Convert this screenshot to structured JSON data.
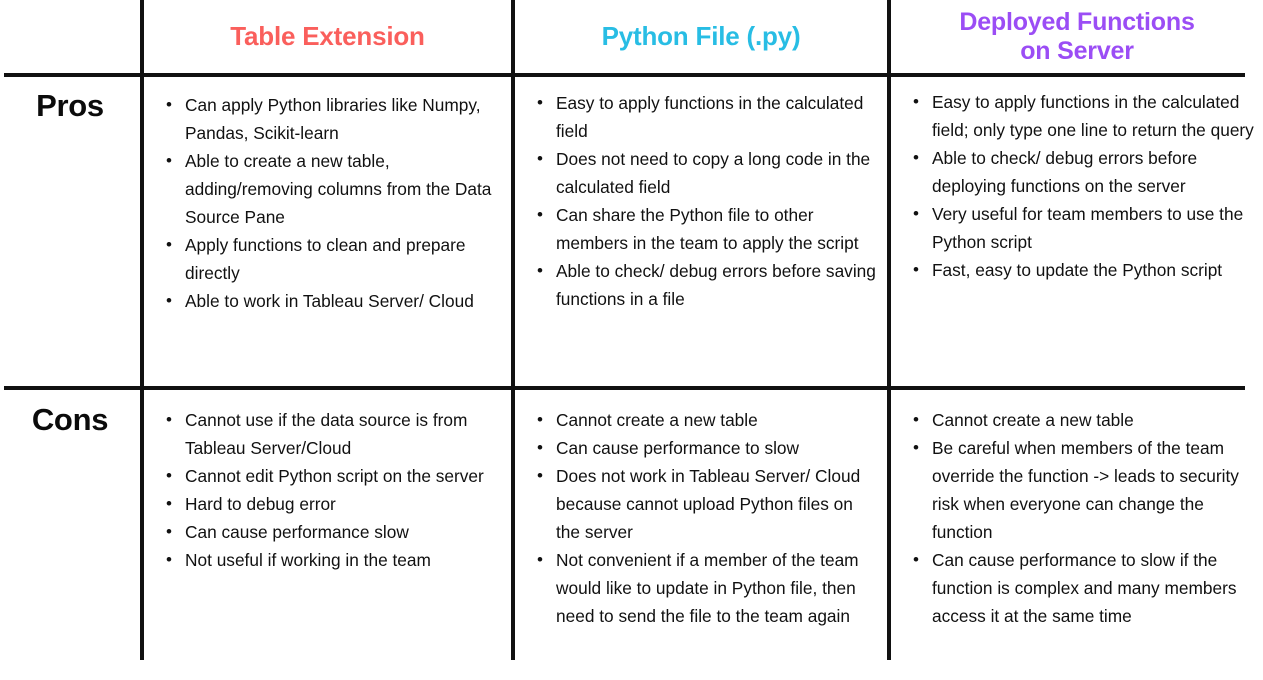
{
  "table": {
    "columns": [
      {
        "title": "Table Extension",
        "color": "#fa5f5c"
      },
      {
        "title": "Python File (.py)",
        "color": "#28bde4"
      },
      {
        "title_line1": "Deployed Functions",
        "title_line2": "on Server",
        "color": "#9b4df5"
      }
    ],
    "row_labels": {
      "pros": "Pros",
      "cons": "Cons"
    },
    "pros": {
      "table_extension": [
        "Can apply Python libraries like Numpy, Pandas, Scikit-learn",
        "Able to create a new table, adding/removing columns from the Data Source Pane",
        "Apply functions to clean and prepare directly",
        "Able to work in Tableau Server/ Cloud"
      ],
      "python_file": [
        "Easy to apply functions in the calculated field",
        "Does not need to copy a long code in the calculated field",
        "Can share the Python file to other members in the team to apply the script",
        "Able to check/ debug errors before saving functions in a file"
      ],
      "deployed_functions": [
        "Easy to apply functions in the calculated field; only type one line to return the query",
        "Able to check/ debug errors before deploying functions on the server",
        "Very useful for team members to use the Python script",
        "Fast, easy to update the Python script"
      ]
    },
    "cons": {
      "table_extension": [
        "Cannot use if the data source is from Tableau Server/Cloud",
        "Cannot edit Python script on the server",
        "Hard to debug error",
        "Can cause performance slow",
        "Not useful if working in the team"
      ],
      "python_file": [
        "Cannot create a new table",
        "Can cause performance to slow",
        "Does not work in Tableau Server/ Cloud because cannot upload Python files on the server",
        "Not convenient if a member of the team would like to update in Python file, then need to send the file to the team again"
      ],
      "deployed_functions": [
        "Cannot create a new table",
        "Be careful when members of the team override the function -> leads to security risk when everyone can change the function",
        "Can cause performance to slow if the function is complex and many members access it at the same time"
      ]
    }
  }
}
